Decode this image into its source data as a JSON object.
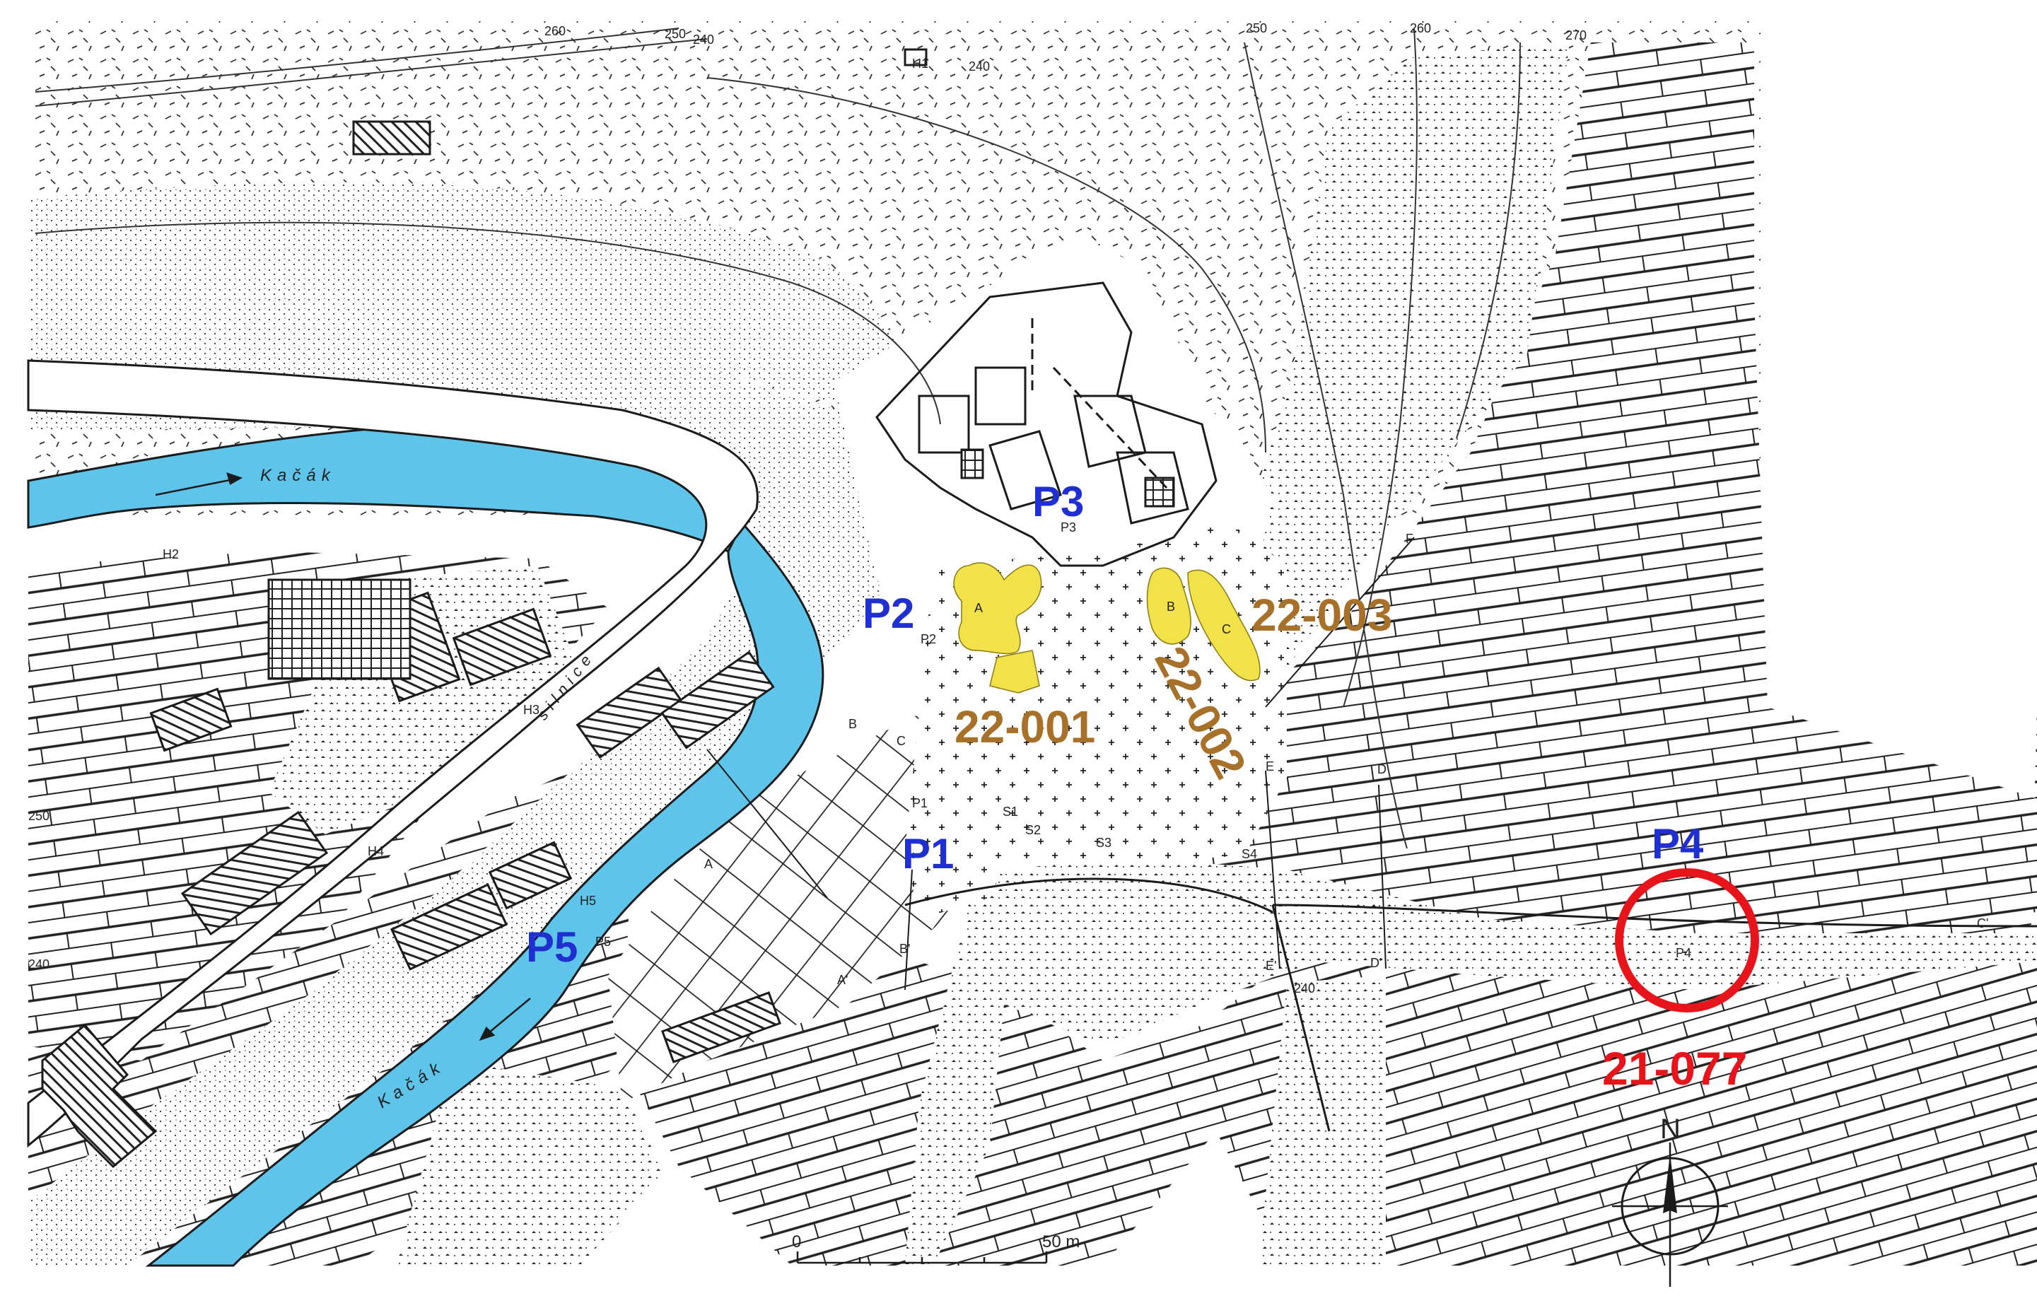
{
  "colors": {
    "water": "#5fc4ea",
    "deposit": "#f2e24a",
    "sample_label_blue": "#1f2fd0",
    "deposit_label_brown": "#a8712a",
    "highlight_red": "#e8141b",
    "ink": "#1b1b1b"
  },
  "labels": {
    "sites": [
      {
        "id": "P1",
        "text": "P1"
      },
      {
        "id": "P2",
        "text": "P2"
      },
      {
        "id": "P3",
        "text": "P3"
      },
      {
        "id": "P4",
        "text": "P4"
      },
      {
        "id": "P5",
        "text": "P5"
      }
    ],
    "deposits": [
      {
        "id": "d1",
        "text": "22-001"
      },
      {
        "id": "d2",
        "text": "22-002"
      },
      {
        "id": "d3",
        "text": "22-003"
      }
    ],
    "highlight": "21-077"
  },
  "features": {
    "river_name": "Kačák",
    "road_name": "silnice",
    "houses": [
      "H1",
      "H2",
      "H3",
      "H4",
      "H5"
    ],
    "small_samples": [
      "P1",
      "P2",
      "P3",
      "P4",
      "P5",
      "S1",
      "S2",
      "S3",
      "S4"
    ],
    "deposit_letters": [
      "A",
      "B",
      "C"
    ],
    "section_letters": [
      "A",
      "A'",
      "B",
      "B'",
      "C",
      "C'",
      "D",
      "D'",
      "E",
      "E'",
      "F"
    ],
    "contours": [
      "260",
      "250",
      "240",
      "240",
      "250",
      "260",
      "270",
      "250",
      "240",
      "240"
    ]
  },
  "scale_bar": {
    "start": "0",
    "end": "50 m"
  },
  "north_arrow": {
    "letter": "N"
  }
}
